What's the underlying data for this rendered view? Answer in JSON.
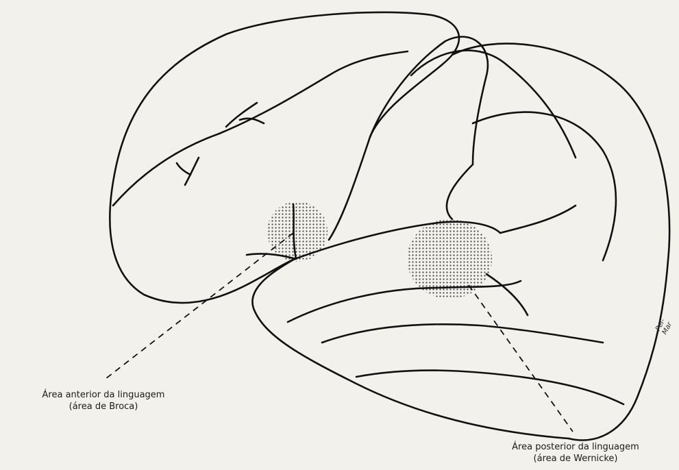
{
  "background_color": "#f2f1ec",
  "line_color": "#111111",
  "labels": {
    "broca_line1": "Área anterior da linguagem",
    "broca_line2": "(área de Broca)",
    "wernicke_line1": "Área posterior da linguagem",
    "wernicke_line2": "(área de Wernicke)"
  },
  "signature": "Pel-Mar"
}
